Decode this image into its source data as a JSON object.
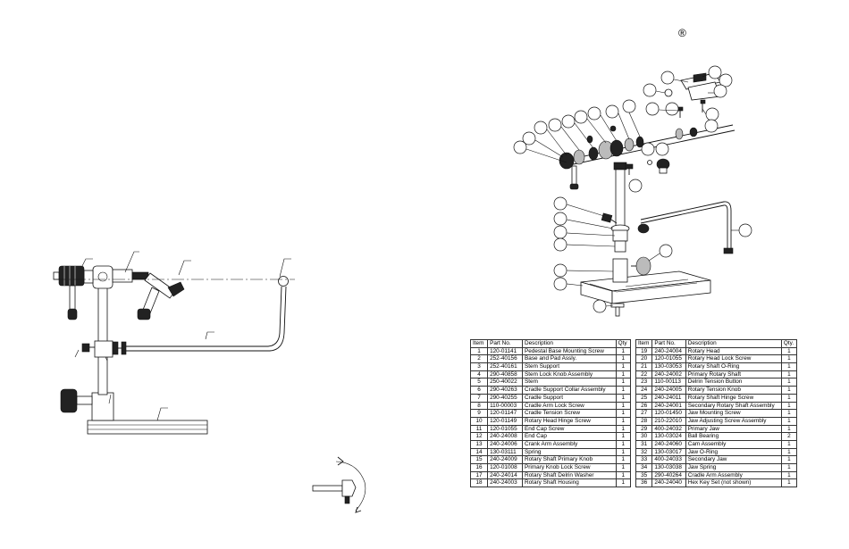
{
  "trademark": "®",
  "parts_table": {
    "headers": {
      "item": "Item",
      "part_no": "Part No.",
      "description": "Description",
      "qty": "Qty"
    },
    "headers_right": {
      "item": "Item",
      "part_no": "Part No.",
      "description": "Description",
      "qty": "Qty."
    },
    "left": [
      [
        "1",
        "120-01141",
        "Pedestal Base Mounting Screw",
        "1"
      ],
      [
        "2",
        "252-40156",
        "Base and Pad Assly.",
        "1"
      ],
      [
        "3",
        "252-40161",
        "Stem Support",
        "1"
      ],
      [
        "4",
        "290-40858",
        "Stem Lock Knob Assembly",
        "1"
      ],
      [
        "5",
        "250-40022",
        "Stem",
        "1"
      ],
      [
        "6",
        "290-40263",
        "Cradle Support Collar Assembly",
        "1"
      ],
      [
        "7",
        "290-40255",
        "Cradle Support",
        "1"
      ],
      [
        "8",
        "110-00003",
        "Cradle Arm Lock Screw",
        "1"
      ],
      [
        "9",
        "120-01147",
        "Cradle Tension Screw",
        "1"
      ],
      [
        "10",
        "120-01149",
        "Rotary Head Hinge Screw",
        "1"
      ],
      [
        "11",
        "120-01055",
        "End Cap Screw",
        "1"
      ],
      [
        "12",
        "240-24008",
        "End Cap",
        "1"
      ],
      [
        "13",
        "240-24006",
        "Crank Arm Assembly",
        "1"
      ],
      [
        "14",
        "130-03111",
        "Spring",
        "1"
      ],
      [
        "15",
        "240-24009",
        "Rotary Shaft Primary Knob",
        "1"
      ],
      [
        "16",
        "120-01008",
        "Primary Knob Lock Screw",
        "1"
      ],
      [
        "17",
        "240-24014",
        "Rotary Shaft Delrin Washer",
        "1"
      ],
      [
        "18",
        "240-24003",
        "Rotary Shaft Housing",
        "1"
      ]
    ],
    "right": [
      [
        "19",
        "240-24004",
        "Rotary Head",
        "1"
      ],
      [
        "20",
        "120-01055",
        "Rotary Head Lock Screw",
        "1"
      ],
      [
        "21",
        "130-03053",
        "Rotary Shaft O-Ring",
        "1"
      ],
      [
        "22",
        "240-24002",
        "Primary Rotary Shaft",
        "1"
      ],
      [
        "23",
        "110-00113",
        "Delrin Tension Button",
        "1"
      ],
      [
        "24",
        "240-24005",
        "Rotary Tension Knob",
        "1"
      ],
      [
        "25",
        "240-24011",
        "Rotary Shaft Hinge Screw",
        "1"
      ],
      [
        "26",
        "240-24001",
        "Secondary Rotary Shaft Assembly",
        "1"
      ],
      [
        "27",
        "120-01450",
        "Jaw Mounting Screw",
        "1"
      ],
      [
        "28",
        "210-22010",
        "Jaw Adjusting Screw Assembly",
        "1"
      ],
      [
        "29",
        "400-24032",
        "Primary Jaw",
        "1"
      ],
      [
        "30",
        "130-03024",
        "Ball Bearing",
        "2"
      ],
      [
        "31",
        "240-24060",
        "Cam Assembly",
        "1"
      ],
      [
        "32",
        "130-03017",
        "Jaw O-Ring",
        "1"
      ],
      [
        "33",
        "400-24033",
        "Secondary Jaw",
        "1"
      ],
      [
        "34",
        "130-03038",
        "Jaw Spring",
        "1"
      ],
      [
        "35",
        "290-40264",
        "Cradle Arm Assembly",
        "1"
      ],
      [
        "36",
        "240-24040",
        "Hex Key Set (not shown)",
        "1"
      ]
    ]
  }
}
